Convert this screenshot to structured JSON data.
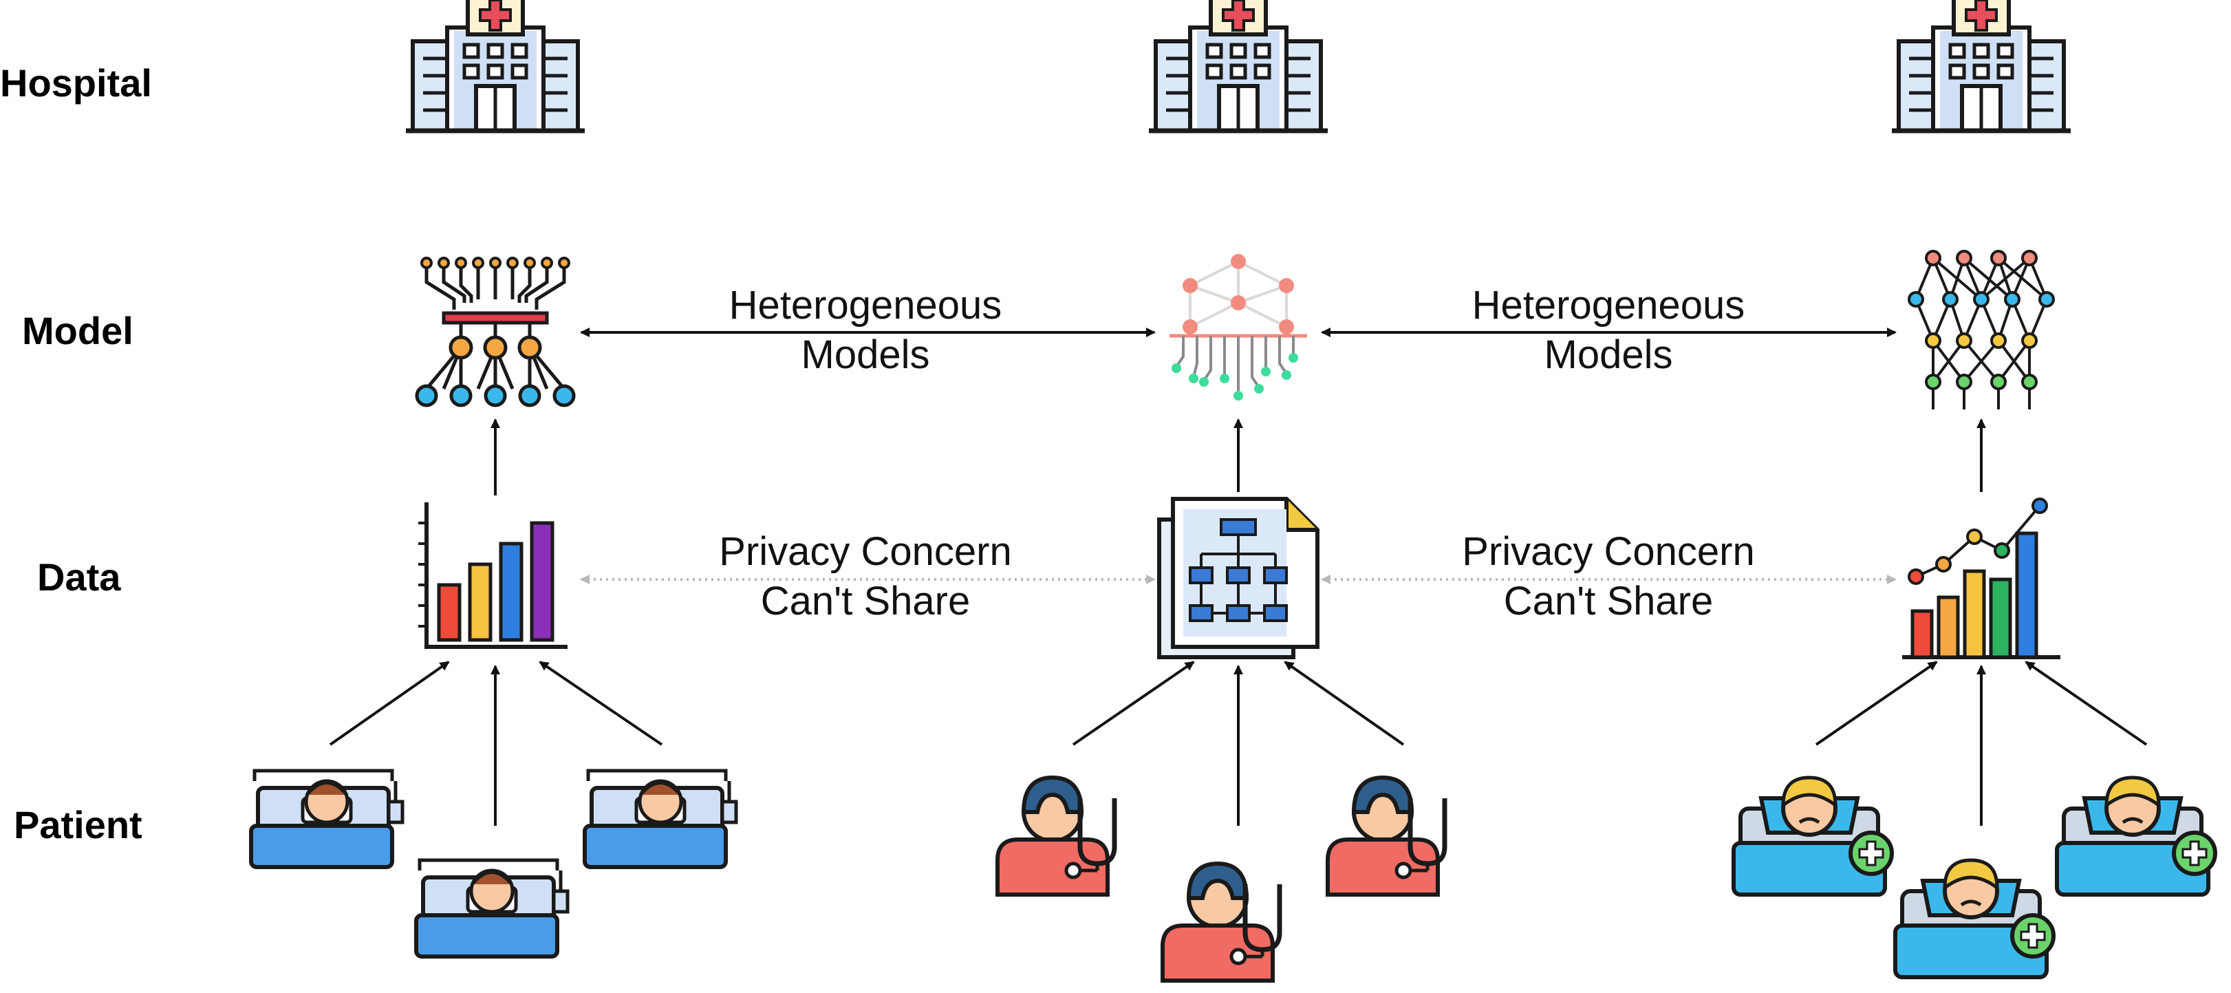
{
  "rows": {
    "hospital": "Hospital",
    "model": "Model",
    "data": "Data",
    "patient": "Patient"
  },
  "links": {
    "model_left": {
      "line1": "Heterogeneous",
      "line2": "Models"
    },
    "model_right": {
      "line1": "Heterogeneous",
      "line2": "Models"
    },
    "data_left": {
      "line1": "Privacy Concern",
      "line2": "Can't Share"
    },
    "data_right": {
      "line1": "Privacy Concern",
      "line2": "Can't Share"
    }
  },
  "icons": {
    "hospital": "hospital-building-icon",
    "model_a": "circuit-network-icon",
    "model_b": "neural-tree-icon",
    "model_c": "neural-network-icon",
    "data_a": "bar-chart-icon",
    "data_b": "flowchart-document-icon",
    "data_c": "bar-line-chart-icon",
    "patient_a": "patient-in-bed-icon",
    "patient_b": "doctor-stethoscope-icon",
    "patient_c": "sick-patient-icon"
  },
  "colors": {
    "outline": "#1a1a1a",
    "hospital_body": "#dbe8f8",
    "hospital_cross": "#e84d5b",
    "bed_blue": "#4a9be8",
    "bed_cyan": "#3ab8ec",
    "doctor_red": "#f06b63",
    "chart_red": "#ef4b3b",
    "chart_yellow": "#f5c242",
    "chart_blue": "#2f7fe0",
    "chart_purple": "#8a2fb8",
    "chart_green": "#2cb35f"
  }
}
